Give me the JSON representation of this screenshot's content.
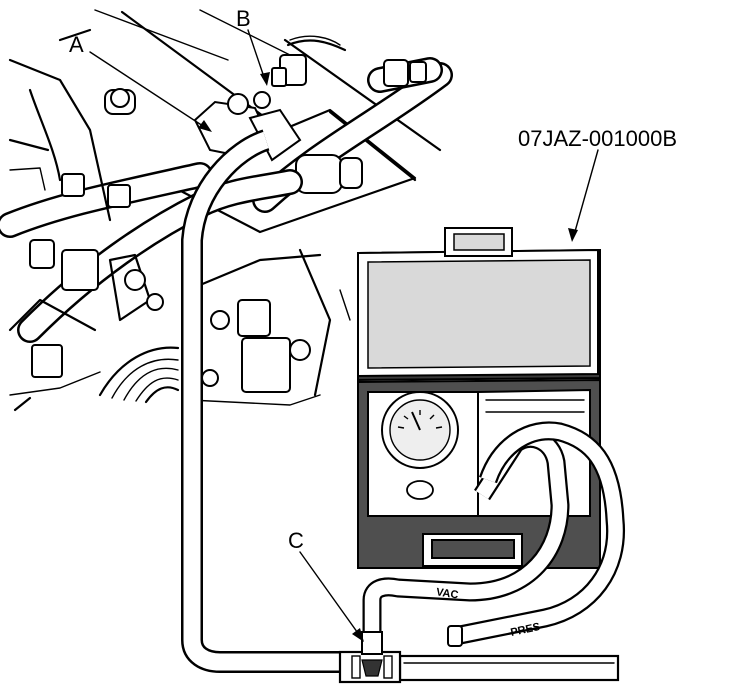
{
  "callouts": {
    "a": "A",
    "b": "B",
    "c": "C",
    "tool": "07JAZ-001000B"
  },
  "hose_markings": {
    "vac": "VAC",
    "pres": "PRES"
  }
}
